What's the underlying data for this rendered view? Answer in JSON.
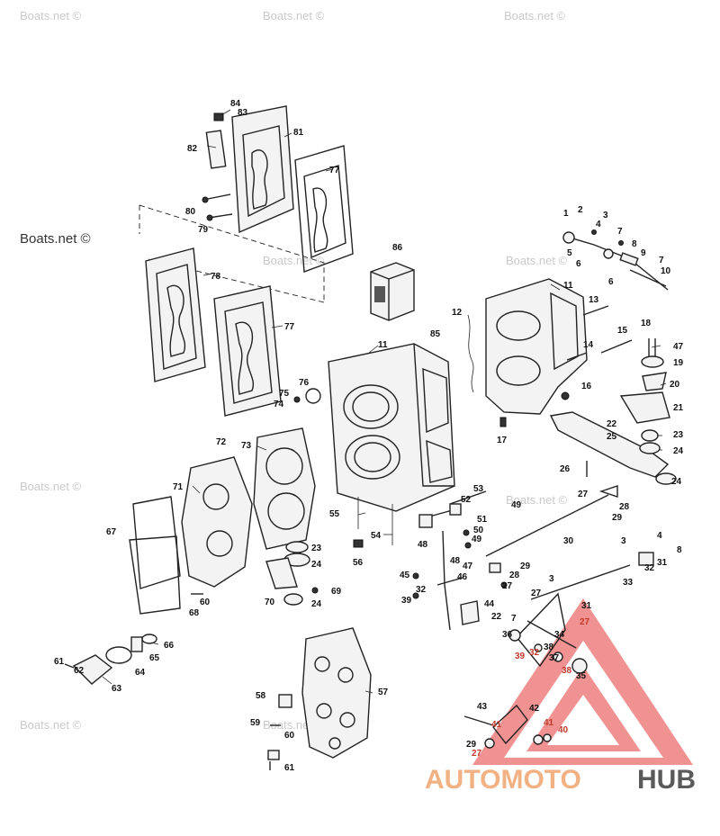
{
  "watermarks": {
    "w1": "Boats.net ©",
    "w2": "Boats.net ©",
    "w3": "Boats.net ©",
    "w4": "Boats.net ©",
    "w5": "Boats.net ©",
    "w6": "Boats.net ©",
    "w7": "Boats.net ©",
    "w8": "Boats.net ©",
    "w9": "Boats.net ©",
    "w10": "Boats.net ©"
  },
  "logo": {
    "part1": "AUTOMOTO",
    "part2": "HUB"
  },
  "callouts": {
    "c84": "84",
    "c83": "83",
    "c81": "81",
    "c82": "82",
    "c77a": "77",
    "c80": "80",
    "c79": "79",
    "c78": "78",
    "c77b": "77",
    "c86": "86",
    "c85": "85",
    "c11a": "11",
    "c11b": "11",
    "c12": "12",
    "c1": "1",
    "c2": "2",
    "c3": "3",
    "c4": "4",
    "c5": "5",
    "c6a": "6",
    "c6b": "6",
    "c7a": "7",
    "c7b": "7",
    "c8": "8",
    "c9": "9",
    "c10": "10",
    "c13": "13",
    "c14": "14",
    "c15": "15",
    "c16": "16",
    "c17": "17",
    "c18": "18",
    "c47a": "47",
    "c19": "19",
    "c20": "20",
    "c21": "21",
    "c22a": "22",
    "c23a": "23",
    "c24a": "24",
    "c25": "25",
    "c26": "26",
    "c24b": "24",
    "c76": "76",
    "c75": "75",
    "c74": "74",
    "c72": "72",
    "c73": "73",
    "c71": "71",
    "c67": "67",
    "c23b": "23",
    "c24c": "24",
    "c69": "69",
    "c70": "70",
    "c24d": "24",
    "c60a": "60",
    "c68": "68",
    "c55": "55",
    "c54": "54",
    "c56": "56",
    "c53": "53",
    "c52": "52",
    "c51": "51",
    "c50": "50",
    "c49a": "49",
    "c49b": "49",
    "c48a": "48",
    "c48b": "48",
    "c47b": "47",
    "c46": "46",
    "c45": "45",
    "c32a": "32",
    "c39a": "39",
    "c27a": "27",
    "c28a": "28",
    "c29a": "29",
    "c30": "30",
    "c28b": "28",
    "c29b": "29",
    "c27b": "27",
    "c3b": "3",
    "c4b": "4",
    "c8b": "8",
    "c31a": "31",
    "c32b": "32",
    "c33": "33",
    "c44": "44",
    "c22b": "22",
    "c3c": "3",
    "c27c": "27",
    "c31b": "31",
    "c7c": "7",
    "c36": "36",
    "c34": "34",
    "c38a": "38",
    "c37": "37",
    "c38b": "38",
    "c35": "35",
    "c27d": "27",
    "c32c": "32",
    "c39b": "39",
    "c66": "66",
    "c65": "65",
    "c64": "64",
    "c61a": "61",
    "c63": "63",
    "c62": "62",
    "c57": "57",
    "c58": "58",
    "c59": "59",
    "c60b": "60",
    "c61b": "61",
    "c43": "43",
    "c42": "42",
    "c41a": "41",
    "c41b": "41",
    "c40": "40",
    "c29c": "29",
    "c27e": "27"
  }
}
